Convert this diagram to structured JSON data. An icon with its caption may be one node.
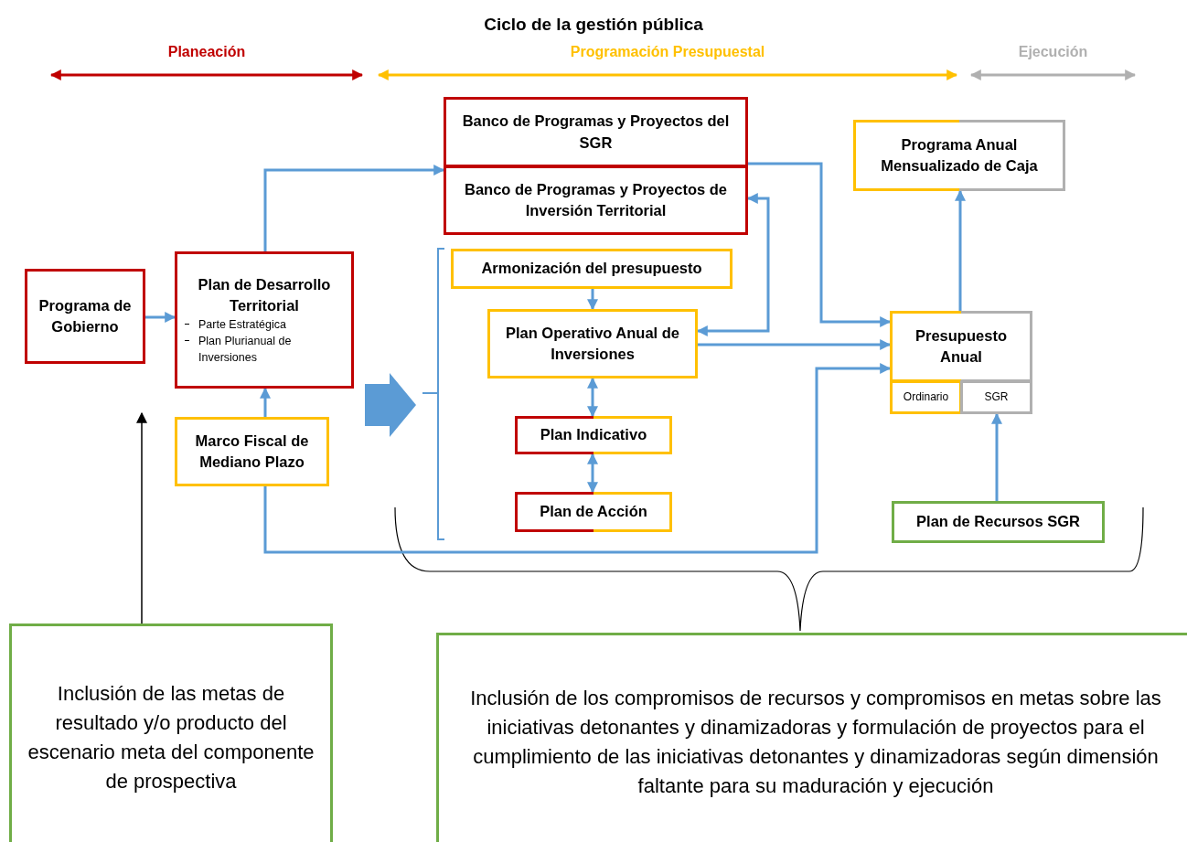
{
  "diagram": {
    "title": "Ciclo de la gestión pública",
    "nodes": [
      {
        "text": [
          "Programa de Gobierno"
        ]
      },
      {
        "text": [
          "Plan de Desarrollo Territorial",
          "Parte Estratégica",
          "Plan Plurianual de Inversiones"
        ]
      },
      {
        "text": [
          "Marco Fiscal de Mediano Plazo"
        ]
      },
      {
        "text": [
          "Banco de Programas y Proyectos del SGR"
        ]
      },
      {
        "text": [
          "Banco de Programas y Proyectos de Inversión Territorial"
        ]
      },
      {
        "text": [
          "Armonización del presupuesto"
        ]
      },
      {
        "text": [
          "Plan Operativo Anual de Inversiones"
        ]
      },
      {
        "text": [
          "Plan Indicativo"
        ]
      },
      {
        "text": [
          "Plan de Acción"
        ]
      },
      {
        "text": [
          "Programa Anual Mensualizado de Caja"
        ]
      },
      {
        "text": [
          "Presupuesto Anual"
        ]
      },
      {
        "text": [
          "Ordinario"
        ]
      },
      {
        "text": [
          "SGR"
        ]
      },
      {
        "text": [
          "Plan de Recursos SGR"
        ]
      },
      {
        "text": [
          "Inclusión de las metas de resultado y/o producto del escenario meta del componente de prospectiva"
        ]
      },
      {
        "text": [
          "Inclusión de los compromisos de recursos y compromisos en metas sobre las iniciativas detonantes y dinamizadoras y formulación de proyectos para el cumplimiento de las iniciativas detonantes y dinamizadoras según dimensión faltante para su maduración y ejecución"
        ]
      }
    ],
    "edges": [
      {
        "from": 0,
        "to": 1,
        "arrow": "to"
      },
      {
        "from": 1,
        "to": 4,
        "arrow": "to"
      },
      {
        "from": 2,
        "to": 1,
        "arrow": "to"
      },
      {
        "from": 3,
        "to": 10,
        "arrow": "to"
      },
      {
        "from": 6,
        "to": 4,
        "arrow": "both"
      },
      {
        "from": 6,
        "to": 10,
        "arrow": "to"
      },
      {
        "from": 2,
        "to": 10,
        "arrow": "to"
      },
      {
        "from": 5,
        "to": 6,
        "arrow": "to"
      },
      {
        "from": 6,
        "to": 7,
        "arrow": "both"
      },
      {
        "from": 7,
        "to": 8,
        "arrow": "both"
      },
      {
        "from": 10,
        "to": 9,
        "arrow": "to"
      },
      {
        "from": 13,
        "to": 12,
        "arrow": "to"
      },
      {
        "from": 14,
        "to": null,
        "arrow": "to",
        "color": "#000000"
      }
    ],
    "labels": [
      "Planeación",
      "Programación Presupuestal",
      "Ejecución"
    ]
  }
}
